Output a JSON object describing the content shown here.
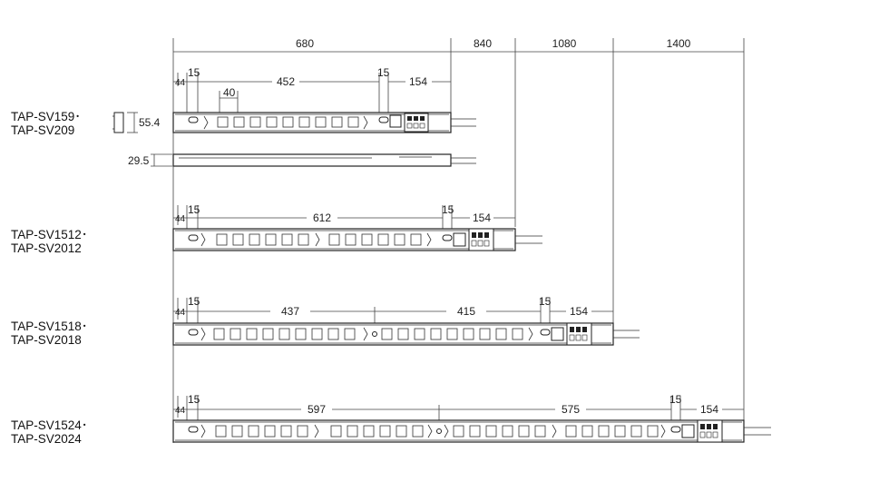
{
  "top_scale": {
    "values": [
      "680",
      "840",
      "1080",
      "1400"
    ]
  },
  "side_view": {
    "width_label": "55.4",
    "thickness_label": "29.5"
  },
  "models": [
    {
      "names": [
        "TAP-SV159･",
        "TAP-SV209"
      ],
      "dims": {
        "margin": "44",
        "cap": "15",
        "spans": [
          "452"
        ],
        "cap2": "15",
        "tail": "154",
        "pitch": "40"
      },
      "outlets": [
        9
      ]
    },
    {
      "names": [
        "TAP-SV1512･",
        "TAP-SV2012"
      ],
      "dims": {
        "margin": "44",
        "cap": "15",
        "spans": [
          "612"
        ],
        "cap2": "15",
        "tail": "154"
      },
      "outlets": [
        6,
        6
      ]
    },
    {
      "names": [
        "TAP-SV1518･",
        "TAP-SV2018"
      ],
      "dims": {
        "margin": "44",
        "cap": "15",
        "spans": [
          "437",
          "415"
        ],
        "cap2": "15",
        "tail": "154"
      },
      "outlets": [
        9,
        9
      ]
    },
    {
      "names": [
        "TAP-SV1524･",
        "TAP-SV2024"
      ],
      "dims": {
        "margin": "44",
        "cap": "15",
        "spans": [
          "597",
          "575"
        ],
        "cap2": "15",
        "tail": "154"
      },
      "outlets": [
        6,
        6,
        6,
        6
      ]
    }
  ]
}
